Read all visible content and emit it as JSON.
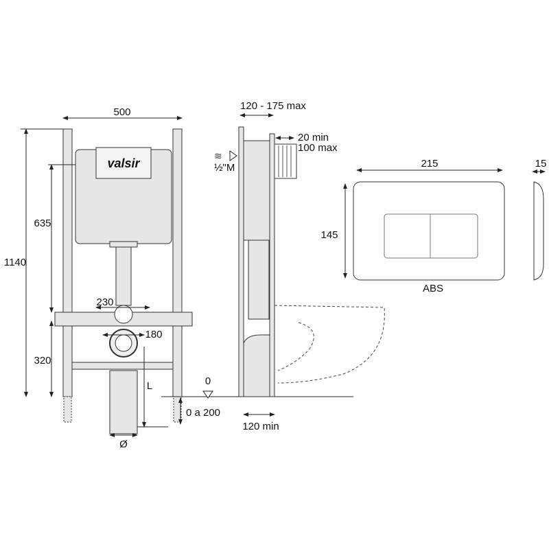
{
  "front_view": {
    "brand": "valsir",
    "width": "500",
    "total_height": "1140",
    "cistern_height": "635",
    "bracket_height": "320",
    "pipe_spacing": "230",
    "outlet_offset": "180",
    "drain_length": "L",
    "drain_diameter": "Ø"
  },
  "side_view": {
    "depth": "120 - 175 max",
    "plate_projection_min": "20 min",
    "plate_projection_max": "100 max",
    "water_inlet": "½\"M",
    "floor_level": "0",
    "foot_adjustment": "0 a 200",
    "min_depth": "120 min"
  },
  "flush_plate": {
    "width": "215",
    "height": "145",
    "thickness": "15",
    "material": "ABS"
  },
  "colors": {
    "line": "#222222",
    "fill": "#e6e6e6"
  }
}
